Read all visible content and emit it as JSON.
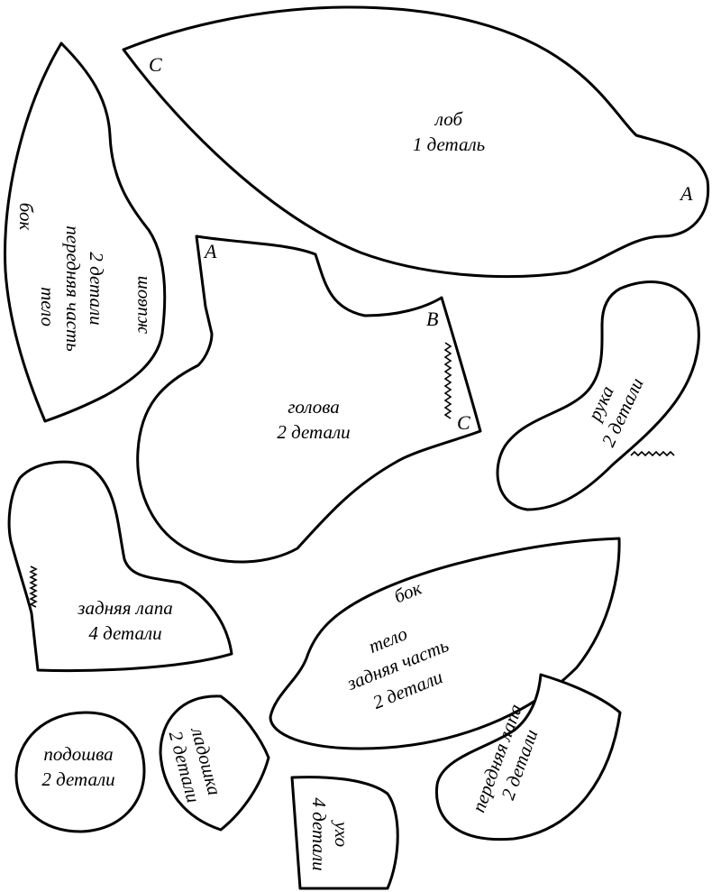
{
  "pieces": {
    "forehead": {
      "name": "лоб",
      "count": "1 деталь",
      "mark_c": "C",
      "mark_a": "A"
    },
    "head": {
      "name": "голова",
      "count": "2 детали",
      "mark_a": "A",
      "mark_b": "B",
      "mark_c": "C"
    },
    "body_front": {
      "side": "бок",
      "name": "тело",
      "part": "передняя часть",
      "count": "2 детали",
      "belly": "живот"
    },
    "arm": {
      "name": "рука",
      "count": "2 детали"
    },
    "hind_paw": {
      "name": "задняя лапа",
      "count": "4 детали"
    },
    "body_back": {
      "side": "бок",
      "name": "тело",
      "part": "задняя часть",
      "count": "2 детали"
    },
    "sole": {
      "name": "подошва",
      "count": "2 детали"
    },
    "palm": {
      "name": "ладошка",
      "count": "2 детали"
    },
    "ear": {
      "name": "ухо",
      "count": "4 детали"
    },
    "front_paw": {
      "name": "передняя лапа",
      "count": "2 детали"
    }
  }
}
